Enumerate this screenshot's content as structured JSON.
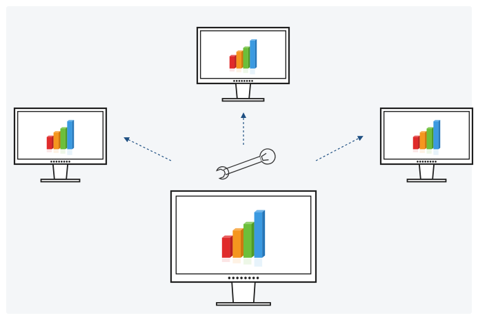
{
  "diagram": {
    "nodes": [
      {
        "id": "center",
        "role": "source",
        "icon": "monitor-with-bar-chart-icon"
      },
      {
        "id": "top",
        "role": "target",
        "icon": "monitor-with-bar-chart-icon"
      },
      {
        "id": "left",
        "role": "target",
        "icon": "monitor-with-bar-chart-icon"
      },
      {
        "id": "right",
        "role": "target",
        "icon": "monitor-with-bar-chart-icon"
      }
    ],
    "connector_icon": "wrench-icon",
    "edges": [
      {
        "from": "center",
        "to": "left",
        "style": "dashed-arrow"
      },
      {
        "from": "center",
        "to": "top",
        "style": "dashed-arrow"
      },
      {
        "from": "center",
        "to": "right",
        "style": "dashed-arrow"
      }
    ],
    "chart_icon_bars": [
      {
        "color": "#e02b2b",
        "shade": "#b81f1f"
      },
      {
        "color": "#f5961e",
        "shade": "#cf7710"
      },
      {
        "color": "#6cbf3a",
        "shade": "#4f9a26"
      },
      {
        "color": "#3b9ae1",
        "shade": "#2576b8"
      }
    ],
    "colors": {
      "background": "#f4f6f8",
      "monitor_frame": "#1f1f1f",
      "arrow": "#1e4f82"
    }
  }
}
